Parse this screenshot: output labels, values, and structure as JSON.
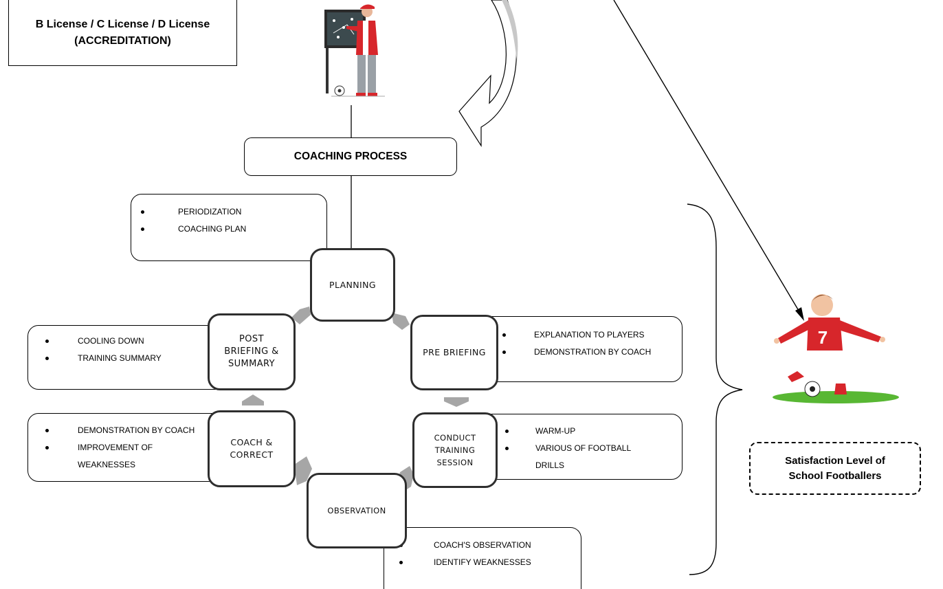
{
  "accreditation": {
    "line1": "B License / C License / D License",
    "line2": "(ACCREDITATION)"
  },
  "coaching_process": "COACHING PROCESS",
  "steps": {
    "planning": "PLANNING",
    "pre_briefing": "PRE BRIEFING",
    "conduct": [
      "CONDUCT",
      "TRAINING",
      "SESSION"
    ],
    "observation": "OBSERVATION",
    "coach_correct": [
      "COACH &",
      "CORRECT"
    ],
    "post_briefing": [
      "POST",
      "BRIEFING &",
      "SUMMARY"
    ]
  },
  "notes": {
    "planning": [
      "PERIODIZATION",
      "COACHING PLAN"
    ],
    "pre_briefing": [
      "EXPLANATION TO PLAYERS",
      "DEMONSTRATION BY COACH"
    ],
    "conduct": [
      "WARM-UP",
      "VARIOUS OF FOOTBALL",
      "DRILLS"
    ],
    "observation": [
      "COACH'S OBSERVATION",
      "IDENTIFY WEAKNESSES"
    ],
    "coach_correct": [
      "DEMONSTRATION BY COACH",
      "IMPROVEMENT OF",
      "WEAKNESSES"
    ],
    "post_briefing": [
      "COOLING DOWN",
      "TRAINING SUMMARY"
    ]
  },
  "satisfaction": {
    "line1": "Satisfaction Level of",
    "line2": "School Footballers"
  },
  "illustrations": {
    "coach": "coach-at-board-illustration",
    "player": "footballer-kicking-illustration",
    "player_number": "7"
  },
  "colors": {
    "line": "#000000",
    "step_border": "#2e2e2e",
    "cycle_arrow": "#a6a6a6",
    "curved_arrow_fill": "#c8c8c8",
    "coach_red": "#d7262b",
    "grass": "#58b733"
  }
}
